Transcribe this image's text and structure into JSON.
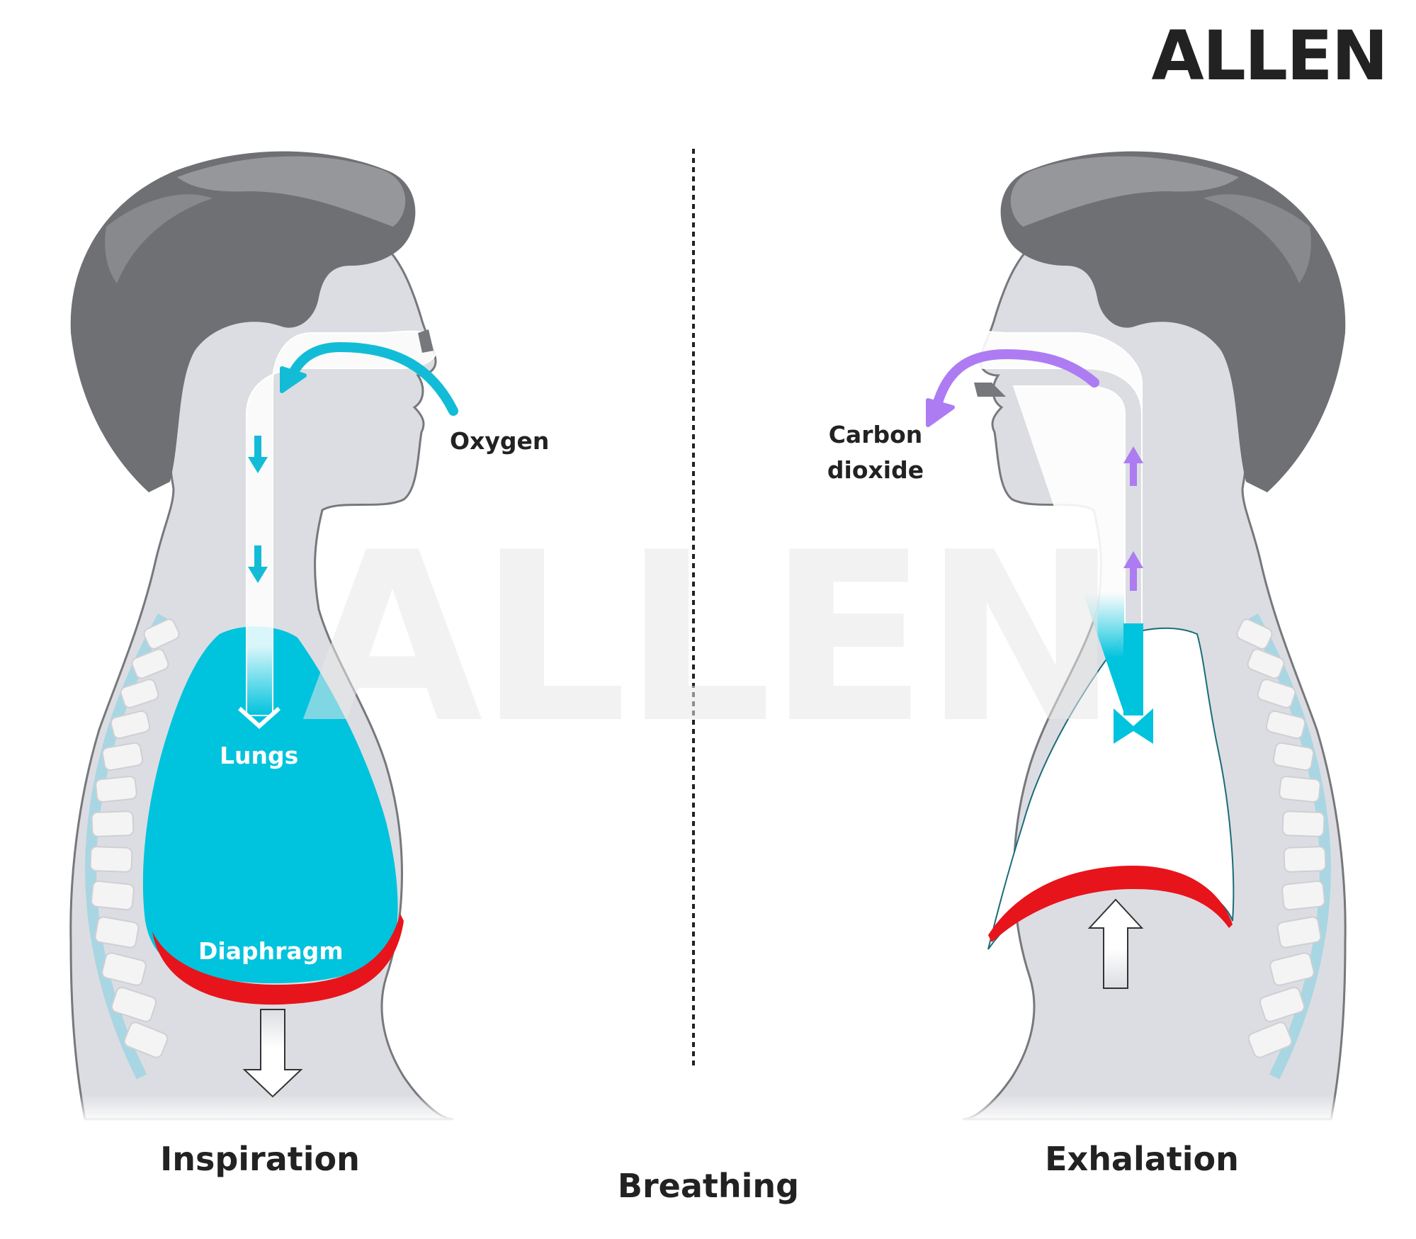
{
  "brand": {
    "logo_text": "ALLEN",
    "watermark_text": "ALLEN"
  },
  "title": "Breathing",
  "panels": {
    "inspiration": {
      "caption": "Inspiration",
      "gas_label": "Oxygen",
      "lungs_label": "Lungs",
      "diaphragm_label": "Diaphragm"
    },
    "exhalation": {
      "caption": "Exhalation",
      "gas_label_line1": "Carbon",
      "gas_label_line2": "dioxide"
    }
  },
  "colors": {
    "background": "#ffffff",
    "body_fill": "#dcdde2",
    "body_outline": "#77787c",
    "hair": "#6f7073",
    "hair_light": "#96979a",
    "lungs": "#00c3dd",
    "diaphragm": "#e8141b",
    "oxygen_arrow": "#13bcd6",
    "co2_arrow": "#ad7cf2",
    "spine": "#f4f4f4",
    "spine_cartilage": "#a9d6e3",
    "text_dark": "#222222",
    "text_light": "#ffffff",
    "watermark": "#e8e8e8"
  }
}
